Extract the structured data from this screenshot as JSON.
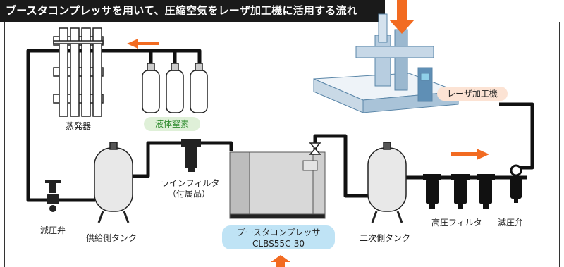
{
  "title": "ブースタコンプレッサを用いて、圧縮空気をレーザ加工機に活用する流れ",
  "labels": {
    "evaporator": "蒸発器",
    "liquid_nitrogen": "液体窒素",
    "laser_machine": "レーザ加工機",
    "pressure_valve_left": "減圧弁",
    "supply_tank": "供給側タンク",
    "line_filter_1": "ラインフィルタ",
    "line_filter_2": "（付属品）",
    "booster_1": "ブースタコンプレッサ",
    "booster_2": "CLBS55C-30",
    "secondary_tank": "二次側タンク",
    "high_pressure_filter": "高圧フィルタ",
    "pressure_valve_right": "減圧弁"
  },
  "colors": {
    "arrow": "#f26b21",
    "liquid_nitrogen_pill": "#dff0d8",
    "liquid_nitrogen_text": "#2e8b2e",
    "laser_pill": "#fce3d4",
    "booster_pill": "#bfe3f5",
    "pipe": "#111111"
  }
}
